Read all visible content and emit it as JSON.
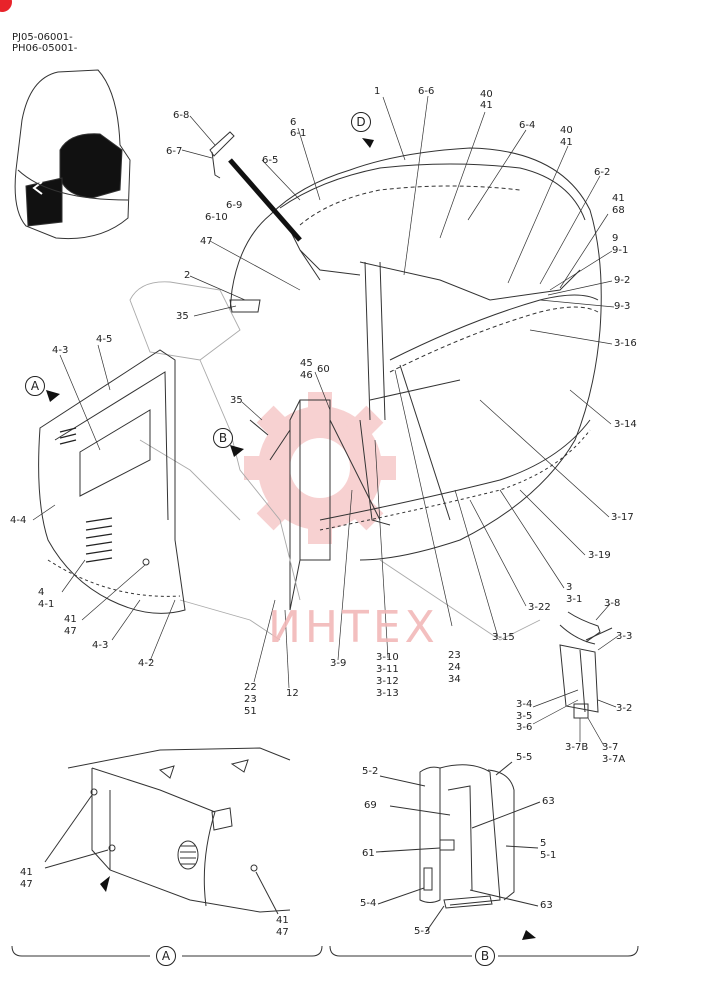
{
  "header": {
    "line1": "PJ05-06001-",
    "line2": "PH06-05001-"
  },
  "watermark": "ИНТЕХ",
  "callouts": {
    "A": "A",
    "B": "B",
    "D": "D"
  },
  "section_labels": {
    "A": "A",
    "B": "B"
  },
  "labels": {
    "l1": "1",
    "l6_6": "6-6",
    "l40a": "40",
    "l41a": "41",
    "l6_8": "6-8",
    "l6_7": "6-7",
    "l6": "6",
    "l6_1": "6-1",
    "l6_5": "6-5",
    "l6_9": "6-9",
    "l6_10": "6-10",
    "l6_4": "6-4",
    "l40b": "40",
    "l41b": "41",
    "l6_2": "6-2",
    "l41c": "41",
    "l68": "68",
    "l9": "9",
    "l9_1": "9-1",
    "l9_2": "9-2",
    "l9_3": "9-3",
    "l47a": "47",
    "l2": "2",
    "l35a": "35",
    "l3_16": "3-16",
    "l4_3a": "4-3",
    "l4_5": "4-5",
    "l45": "45",
    "l46": "46",
    "l60": "60",
    "l35b": "35",
    "l3_14": "3-14",
    "l4_4": "4-4",
    "l4": "4",
    "l4_1": "4-1",
    "l41d": "41",
    "l47b": "47",
    "l4_3b": "4-3",
    "l4_2": "4-2",
    "l3_17": "3-17",
    "l3_19": "3-19",
    "l3": "3",
    "l3_1": "3-1",
    "l3_22": "3-22",
    "l3_15": "3-15",
    "l23a": "23",
    "l24": "24",
    "l34": "34",
    "l3_10": "3-10",
    "l3_11": "3-11",
    "l3_12": "3-12",
    "l3_13": "3-13",
    "l3_9": "3-9",
    "l22": "22",
    "l23b": "23",
    "l51": "51",
    "l12": "12",
    "l3_8": "3-8",
    "l3_3": "3-3",
    "l3_2": "3-2",
    "l3_4": "3-4",
    "l3_5": "3-5",
    "l3_6": "3-6",
    "l3_7B": "3-7B",
    "l3_7": "3-7",
    "l3_7A": "3-7A",
    "la41": "41",
    "la47": "47",
    "la41b": "41",
    "la47b": "47",
    "l5_2": "5-2",
    "l5_5": "5-5",
    "l69": "69",
    "l63a": "63",
    "l61": "61",
    "l5": "5",
    "l5_1": "5-1",
    "l5_4": "5-4",
    "l63b": "63",
    "l5_3": "5-3"
  }
}
